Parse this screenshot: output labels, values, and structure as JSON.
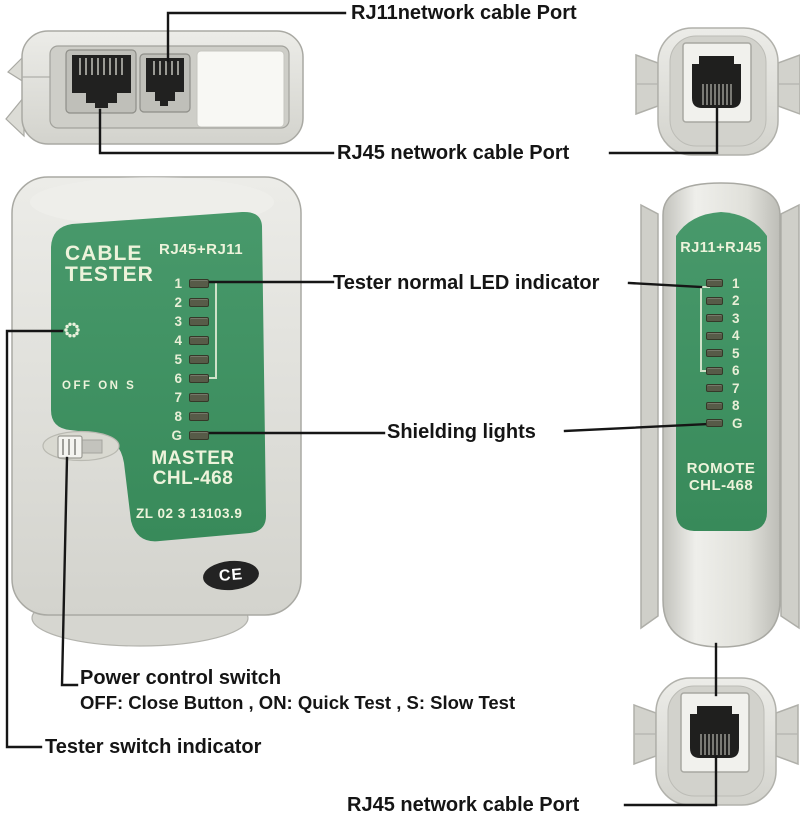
{
  "palette": {
    "background": "#ffffff",
    "panel_green": "#41935f",
    "body_gray": "#d9d9d3",
    "led_dash": "#575b48",
    "panel_text": "#edf3db",
    "callout_line": "#161616"
  },
  "callouts": {
    "rj11_top": "RJ11network cable Port",
    "rj45_top": "RJ45 network cable Port",
    "tester_normal_led": "Tester normal LED indicator",
    "shielding": "Shielding lights",
    "power_title": "Power control switch",
    "power_desc": "OFF: Close Button , ON: Quick Test , S: Slow Test",
    "tester_switch": "Tester switch indicator",
    "rj45_bottom": "RJ45 network cable Port"
  },
  "master": {
    "title_line1": "CABLE",
    "title_line2": "TESTER",
    "mode_label": "RJ45+RJ11",
    "switch_labels": "OFF ON S",
    "leds": [
      "1",
      "2",
      "3",
      "4",
      "5",
      "6",
      "7",
      "8",
      "G"
    ],
    "role": "MASTER",
    "model": "CHL-468",
    "serial": "ZL 02 3 13103.9",
    "ce_mark": "CE"
  },
  "remote": {
    "mode_label": "RJ11+RJ45",
    "leds": [
      "1",
      "2",
      "3",
      "4",
      "5",
      "6",
      "7",
      "8",
      "G"
    ],
    "role": "ROMOTE",
    "model": "CHL-468"
  }
}
